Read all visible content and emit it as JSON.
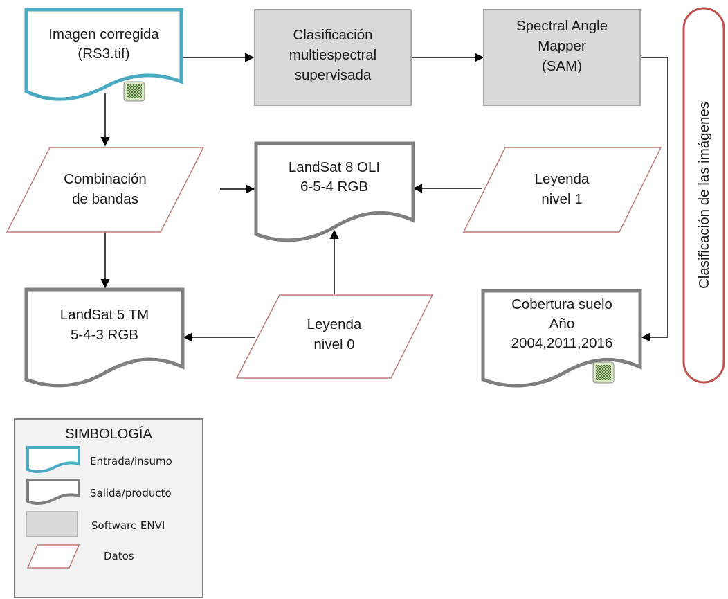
{
  "nodes": {
    "imagen": {
      "line1": "Imagen corregida",
      "line2": "(RS3.tif)"
    },
    "clasif": {
      "line1": "Clasificación",
      "line2": "multiespectral",
      "line3": "supervisada"
    },
    "sam": {
      "line1": "Spectral Angle",
      "line2": "Mapper",
      "line3": "(SAM)"
    },
    "combinacion": {
      "line1": "Combinación",
      "line2": "de bandas"
    },
    "landsat8": {
      "line1": "LandSat 8 OLI",
      "line2": "6-5-4 RGB"
    },
    "leyenda1": {
      "line1": "Leyenda",
      "line2": "nivel 1"
    },
    "landsat5": {
      "line1": "LandSat 5 TM",
      "line2": "5-4-3 RGB"
    },
    "leyenda0": {
      "line1": "Leyenda",
      "line2": "nivel 0"
    },
    "cobertura": {
      "line1": "Cobertura suelo",
      "line2": "Año",
      "line3": "2004,2011,2016"
    },
    "side_label": "Clasificación de las imágenes"
  },
  "legend": {
    "title": "SIMBOLOGÍA",
    "items": [
      {
        "label": "Entrada/insumo",
        "symbol": "input-document"
      },
      {
        "label": "Salida/producto",
        "symbol": "output-document"
      },
      {
        "label": "Software ENVI",
        "symbol": "process-box"
      },
      {
        "label": "Datos",
        "symbol": "data-parallelogram"
      }
    ]
  },
  "colors": {
    "input_border": "#4aaac2",
    "output_border": "#7f7f7f",
    "process_fill": "#d9d9d9",
    "process_border": "#a6a6a6",
    "data_border": "#c27a7a",
    "side_border": "#c0504d",
    "arrow": "#000000"
  }
}
